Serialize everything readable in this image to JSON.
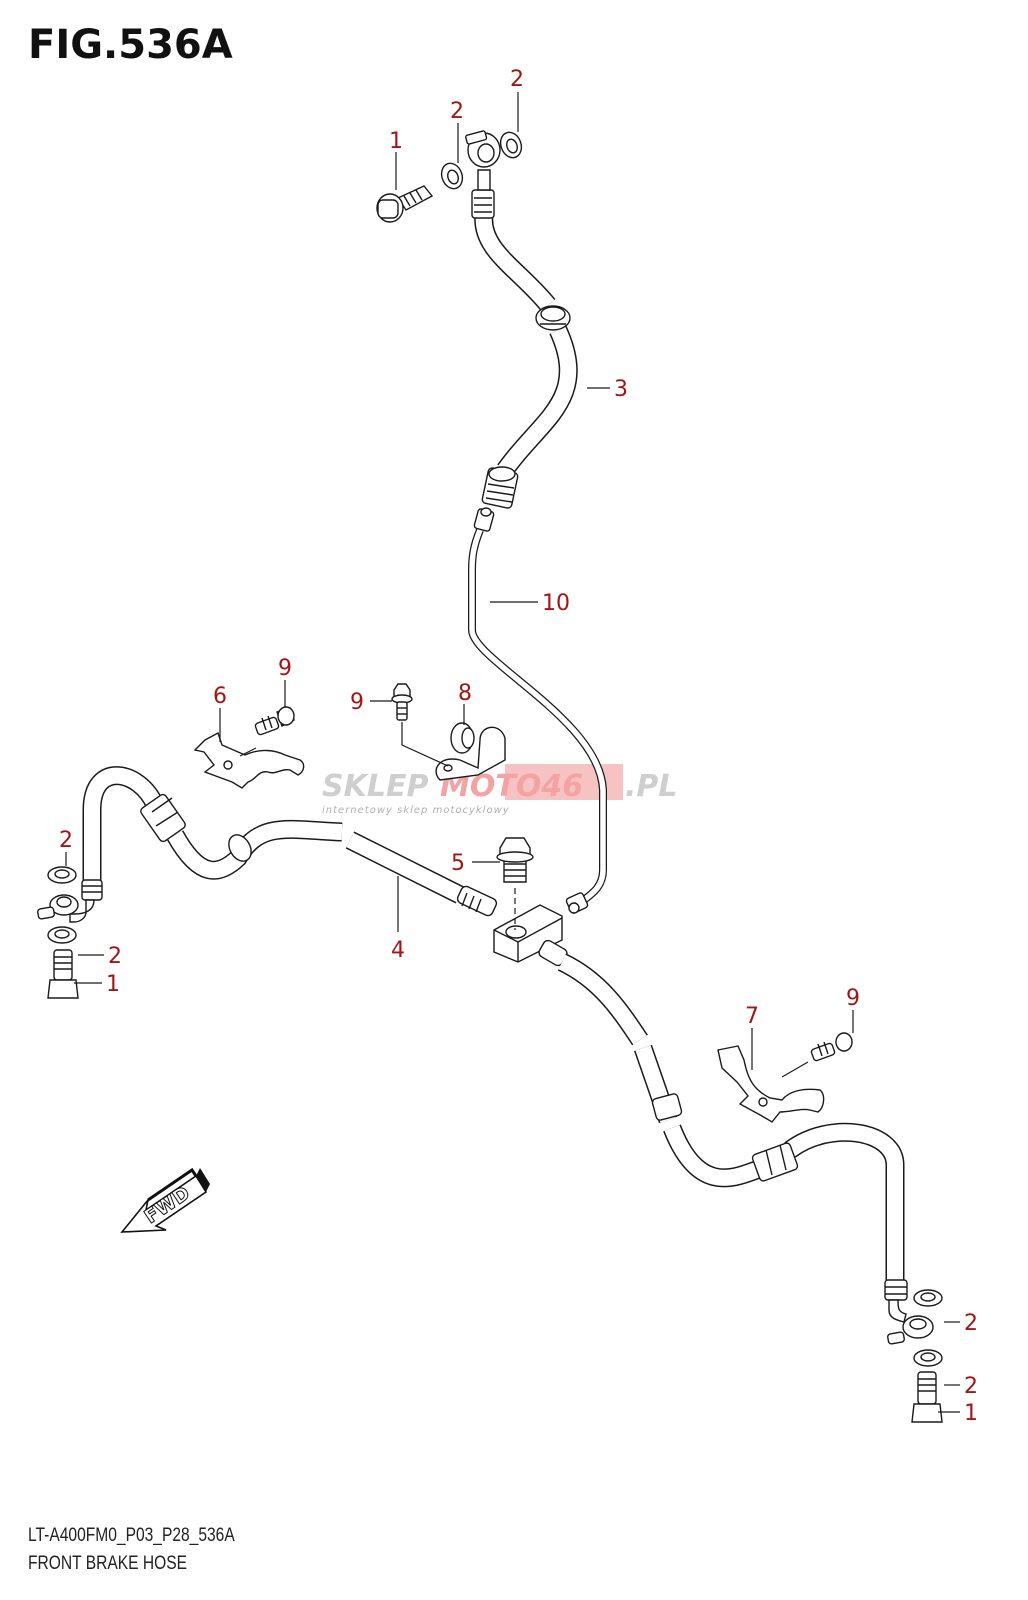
{
  "figure": {
    "title": "FIG.536A",
    "code": "LT-A400FM0_P03_P28_536A",
    "name": "FRONT BRAKE HOSE",
    "callout_color": "#a31515"
  },
  "direction_marker": {
    "label": "FWD",
    "icon": "forward-arrow-icon"
  },
  "watermark": {
    "part1": "SKLEP",
    "part2": "MOTO46",
    "part3": ".PL",
    "tagline": "internetowy sklep motocyklowy"
  },
  "callouts": [
    {
      "id": "c1-top",
      "label": "1",
      "part": "union bolt"
    },
    {
      "id": "c2-top-a",
      "label": "2",
      "part": "gasket"
    },
    {
      "id": "c2-top-b",
      "label": "2",
      "part": "gasket"
    },
    {
      "id": "c3",
      "label": "3",
      "part": "upper brake hose"
    },
    {
      "id": "c10",
      "label": "10",
      "part": "brake pipe"
    },
    {
      "id": "c6",
      "label": "6",
      "part": "hose clamp bracket left"
    },
    {
      "id": "c9-a",
      "label": "9",
      "part": "bolt"
    },
    {
      "id": "c9-b",
      "label": "9",
      "part": "bolt"
    },
    {
      "id": "c8",
      "label": "8",
      "part": "hose clamp"
    },
    {
      "id": "c5",
      "label": "5",
      "part": "joint bolt"
    },
    {
      "id": "c4",
      "label": "4",
      "part": "front brake hose assembly"
    },
    {
      "id": "c2-left-a",
      "label": "2",
      "part": "gasket"
    },
    {
      "id": "c2-left-b",
      "label": "2",
      "part": "gasket"
    },
    {
      "id": "c1-left",
      "label": "1",
      "part": "union bolt"
    },
    {
      "id": "c7",
      "label": "7",
      "part": "hose clamp bracket right"
    },
    {
      "id": "c9-c",
      "label": "9",
      "part": "bolt"
    },
    {
      "id": "c2-right-a",
      "label": "2",
      "part": "gasket"
    },
    {
      "id": "c2-right-b",
      "label": "2",
      "part": "gasket"
    },
    {
      "id": "c1-right",
      "label": "1",
      "part": "union bolt"
    }
  ]
}
